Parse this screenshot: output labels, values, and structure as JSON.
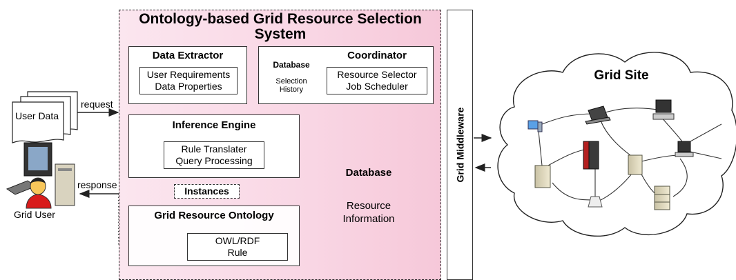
{
  "system": {
    "title_line1": "Ontology-based Grid Resource Selection",
    "title_line2": "System"
  },
  "data_extractor": {
    "title": "Data Extractor",
    "items": [
      "User Requirements",
      "Data Properties"
    ]
  },
  "coordinator": {
    "title": "Coordinator",
    "database_label": "Database",
    "database_content": [
      "Selection",
      "History"
    ],
    "items": [
      "Resource Selector",
      "Job Scheduler"
    ]
  },
  "inference_engine": {
    "title": "Inference Engine",
    "items": [
      "Rule Translater",
      "Query Processing"
    ]
  },
  "instances_label": "Instances",
  "resource_db": {
    "label": "Database",
    "content": [
      "Resource",
      "Information"
    ]
  },
  "ontology": {
    "title": "Grid Resource Ontology",
    "items": [
      "OWL/RDF",
      "Rule"
    ]
  },
  "middleware_label": "Grid Middleware",
  "grid_site_label": "Grid Site",
  "user": {
    "data_label": "User Data",
    "request_label": "request",
    "response_label": "response",
    "name": "Grid User"
  },
  "colors": {
    "system_bg": "#f9d6e4",
    "db_green": "#7de3b0",
    "db_green_dark": "#3fbf7f",
    "ontology_node": "#9933cc",
    "user_red": "#d81b1b",
    "user_skin": "#f7c65a"
  }
}
